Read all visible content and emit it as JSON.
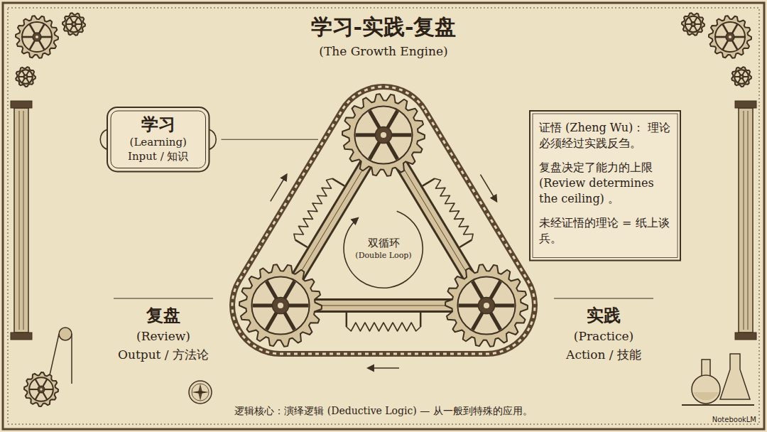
{
  "diagram": {
    "title": "学习-实践-复盘",
    "caption": "逻辑核心：演绎逻辑 (Deductive Logic) — 从一般到特殊的应用。",
    "nodes": [
      {
        "text": [
          "学习",
          "(Learning)",
          "Input / 知识"
        ]
      },
      {
        "text": [
          "双循环",
          "(Double Loop)"
        ]
      },
      {
        "text": [
          "证悟 (Zheng Wu)： 理论必须经过实践反刍。",
          "复盘决定了能力的上限 (Review determines the ceiling) 。",
          "未经证悟的理论 = 纸上谈兵。"
        ]
      }
    ],
    "labels": [
      "(The Growth Engine)",
      "复盘",
      "(Review)",
      "Output / 方法论",
      "实践",
      "(Practice)",
      "Action / 技能",
      "NotebookLM"
    ]
  }
}
